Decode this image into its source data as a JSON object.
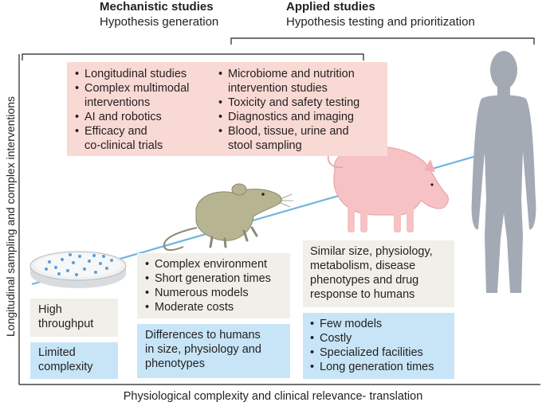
{
  "header": {
    "mechanistic_title": "Mechanistic studies",
    "mechanistic_sub": "Hypothesis generation",
    "applied_title": "Applied studies",
    "applied_sub": "Hypothesis testing and prioritization"
  },
  "axes": {
    "y_label": "Longitudinal sampling and complex interventions",
    "x_label": "Physiological complexity and clinical relevance- translation"
  },
  "interventions": {
    "left": [
      "Longitudinal studies",
      "Complex multimodal interventions",
      "AI and robotics",
      "Efficacy and co-clinical trials"
    ],
    "left_lines": {
      "i1": "Longitudinal studies",
      "i2a": "Complex multimodal",
      "i2b": "interventions",
      "i3": "AI and robotics",
      "i4a": "Efficacy and",
      "i4b": "co-clinical trials"
    },
    "right": [
      "Microbiome and nutrition intervention studies",
      "Toxicity and safety testing",
      "Diagnostics and imaging",
      "Blood, tissue, urine and stool sampling"
    ],
    "right_lines": {
      "i1a": "Microbiome and nutrition",
      "i1b": "intervention studies",
      "i2": "Toxicity and safety testing",
      "i3": "Diagnostics and imaging",
      "i4a": "Blood, tissue, urine and",
      "i4b": "stool sampling"
    }
  },
  "cell_model": {
    "pro_line1": "High",
    "pro_line2": "throughput",
    "con_line1": "Limited",
    "con_line2": "complexity"
  },
  "mouse_model": {
    "pros": [
      "Complex environment",
      "Short generation times",
      "Numerous models",
      "Moderate costs"
    ],
    "con_line1": "Differences to humans",
    "con_line2": "in size, physiology and",
    "con_line3": "phenotypes"
  },
  "pig_model": {
    "pro_line1": "Similar size, physiology,",
    "pro_line2": "metabolism, disease",
    "pro_line3": "phenotypes and drug",
    "pro_line4": "response to humans",
    "cons": [
      "Few models",
      "Costly",
      "Specialized facilities",
      "Long generation times"
    ]
  },
  "icons": [
    "petri-dish-icon",
    "mouse-icon",
    "pig-icon",
    "human-silhouette-icon"
  ],
  "colors": {
    "pink_box": "#f9d9d4",
    "beige_box": "#f1efe9",
    "blue_box": "#c7e5f6",
    "trend_line": "#6fb6dc",
    "human": "#a3aab4",
    "pig": "#f6c2c4",
    "mouse": "#b7b491"
  }
}
